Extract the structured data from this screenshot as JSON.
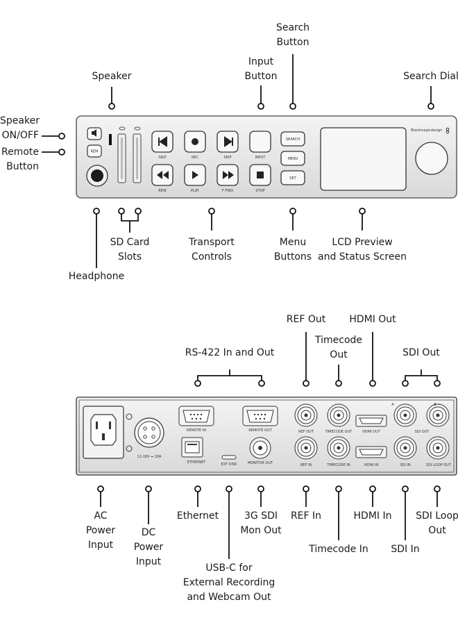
{
  "front": {
    "callouts": {
      "speaker": "Speaker",
      "search_button": [
        "Search",
        "Button"
      ],
      "input_button": [
        "Input",
        "Button"
      ],
      "search_dial": "Search Dial",
      "speaker_onoff": [
        "Speaker",
        "ON/OFF"
      ],
      "remote_button": [
        "Remote",
        "Button"
      ],
      "headphone": "Headphone",
      "sd_card_slots": [
        "SD Card",
        "Slots"
      ],
      "transport_controls": [
        "Transport",
        "Controls"
      ],
      "menu_buttons": [
        "Menu",
        "Buttons"
      ],
      "lcd": [
        "LCD Preview",
        "and Status Screen"
      ]
    },
    "panel_labels": {
      "rem": "REM",
      "skip": "SKIP",
      "rec": "REC",
      "input": "INPUT",
      "rew": "REW",
      "play": "PLAY",
      "ffwd": "F FWD",
      "stop": "STOP",
      "search": "SEARCH",
      "menu": "MENU",
      "set": "SET",
      "brand": "Blackmagicdesign"
    }
  },
  "rear": {
    "callouts": {
      "ref_out": "REF Out",
      "hdmi_out": "HDMI Out",
      "timecode_out": [
        "Timecode",
        "Out"
      ],
      "rs422": "RS-422 In and Out",
      "sdi_out": "SDI Out",
      "ac_power": [
        "AC",
        "Power",
        "Input"
      ],
      "dc_power": [
        "DC",
        "Power",
        "Input"
      ],
      "ethernet": "Ethernet",
      "usbc": [
        "USB-C for",
        "External Recording",
        "and Webcam Out"
      ],
      "sdi_mon_out": [
        "3G SDI",
        "Mon Out"
      ],
      "ref_in": "REF In",
      "timecode_in": "Timecode In",
      "hdmi_in": "HDMI In",
      "sdi_in": "SDI In",
      "sdi_loop_out": [
        "SDI Loop",
        "Out"
      ]
    },
    "panel_labels": {
      "dc_rating": "12-18V ⎓ 18A",
      "remote_in": "REMOTE IN",
      "remote_out": "REMOTE OUT",
      "ethernet": "ETHERNET",
      "ext_disk": "EXT DISK",
      "monitor_out": "MONITOR OUT",
      "ref_out": "REF OUT",
      "timecode_out": "TIMECODE OUT",
      "hdmi_out": "HDMI OUT",
      "sdi_out": "SDI OUT",
      "ref_in": "REF IN",
      "timecode_in": "TIMECODE IN",
      "hdmi_in": "HDMI IN",
      "sdi_in": "SDI IN",
      "sdi_loop_out": "SDI LOOP OUT",
      "a": "A",
      "b": "B"
    }
  }
}
